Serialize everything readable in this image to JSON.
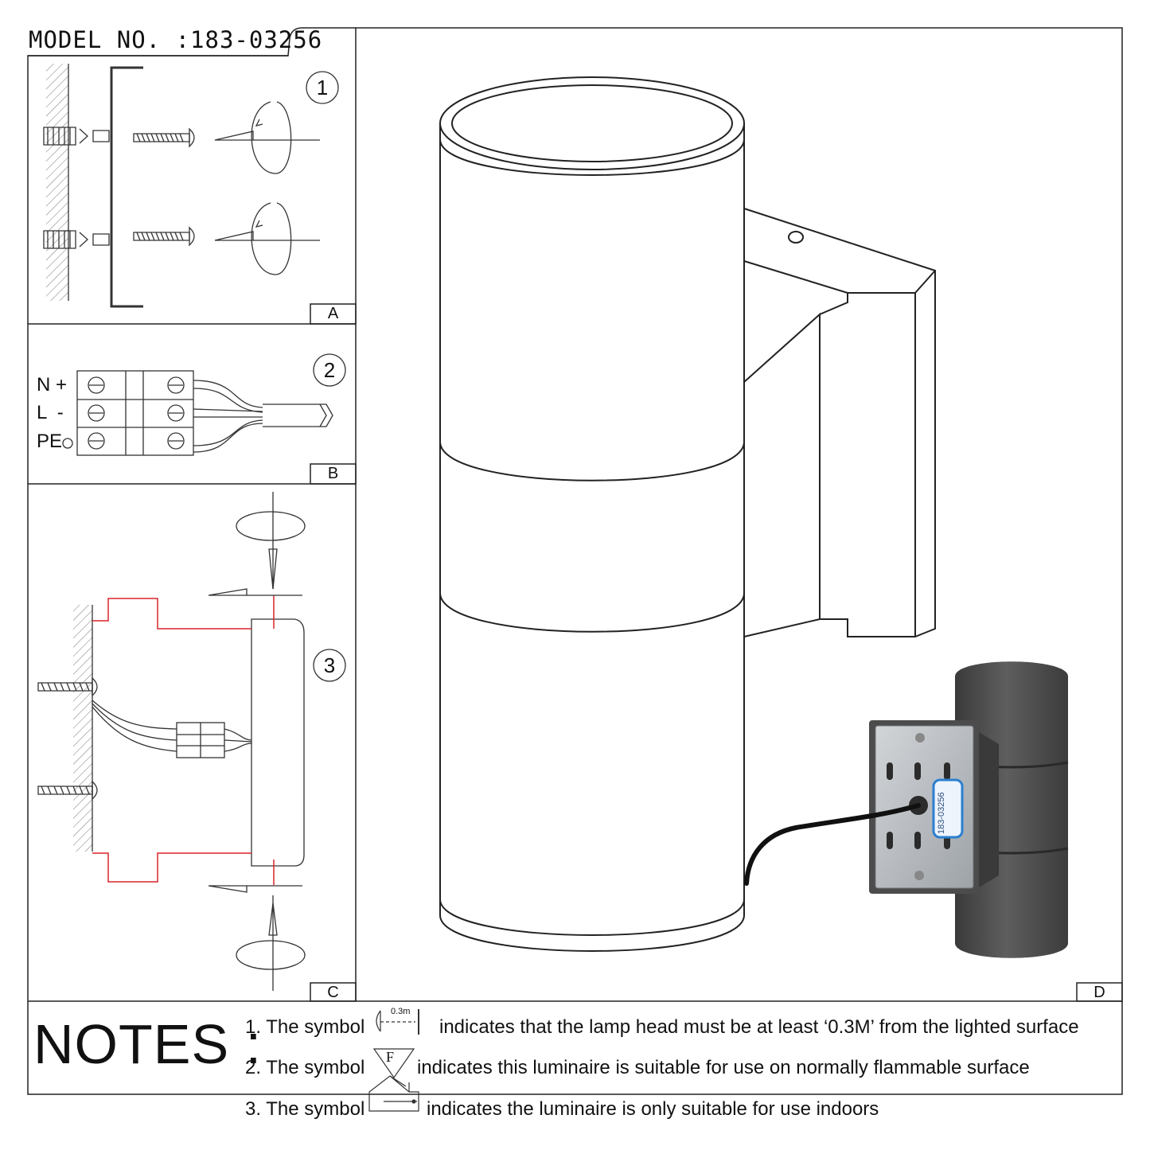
{
  "header": {
    "model_label": "MODEL NO. :183-03256"
  },
  "panels": {
    "A": {
      "letter": "A",
      "step": "1"
    },
    "B": {
      "letter": "B",
      "step": "2",
      "terminals": [
        "N +",
        "L  -",
        "PE"
      ]
    },
    "C": {
      "letter": "C",
      "step": "3"
    },
    "D": {
      "letter": "D",
      "bracket_label": "183-03256"
    }
  },
  "notes": {
    "title": "NOTES :",
    "symbol_distance_label": "0.3m",
    "items": [
      {
        "prefix": "1. The symbol",
        "text": "indicates that the lamp head must be at least ‘0.3M’ from the lighted surface",
        "icon": "distance-0.3m-icon"
      },
      {
        "prefix": "2. The symbol",
        "text": "indicates this luminaire is suitable for use on normally flammable surface",
        "icon": "flammable-surface-icon"
      },
      {
        "prefix": "3. The symbol",
        "text": "indicates the luminaire is only suitable for use indoors",
        "icon": "indoor-house-icon"
      }
    ]
  },
  "colors": {
    "wire_red": "#d9252a",
    "housing_grey": "#4a4a4a",
    "plate_silver": "#b8bcc0",
    "label_blue": "#2a7fd0"
  }
}
